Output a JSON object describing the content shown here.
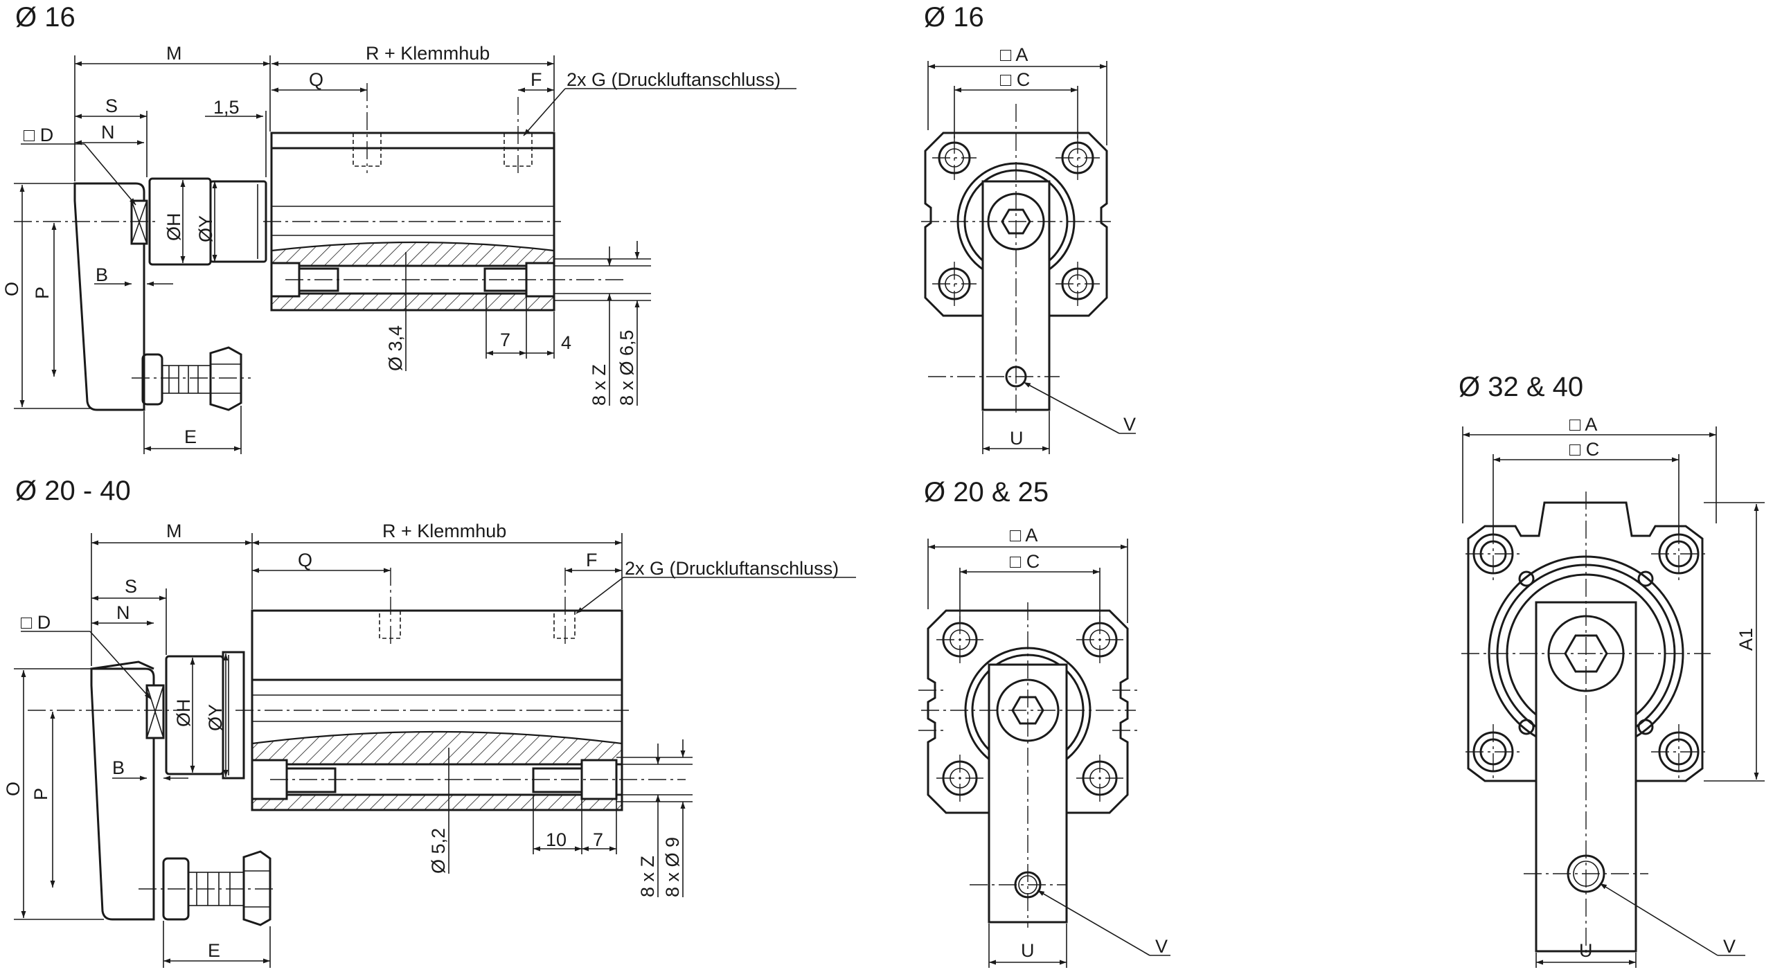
{
  "views": {
    "side_small": {
      "title": "Ø 16",
      "labels": {
        "M": "M",
        "R": "R + Klemmhub",
        "Q": "Q",
        "F": "F",
        "G": "2x G (Druckluftanschluss)",
        "d15": "1,5",
        "S": "S",
        "N": "N",
        "D": "□ D",
        "H": "ØH",
        "Y": "ØY",
        "B": "B",
        "O": "O",
        "P": "P",
        "E": "E",
        "d34": "Ø 3,4",
        "d7": "7",
        "d4": "4",
        "Z": "8 x Z",
        "d65": "8 x Ø 6,5"
      }
    },
    "side_large": {
      "title": "Ø 20 - 40",
      "labels": {
        "M": "M",
        "R": "R + Klemmhub",
        "Q": "Q",
        "F": "F",
        "G": "2x G (Druckluftanschluss)",
        "S": "S",
        "N": "N",
        "D": "□ D",
        "H": "ØH",
        "Y": "ØY",
        "B": "B",
        "O": "O",
        "P": "P",
        "E": "E",
        "d52": "Ø 5,2",
        "d10": "10",
        "d7": "7",
        "Z": "8 x Z",
        "d9": "8 x Ø 9"
      }
    },
    "front_16": {
      "title": "Ø 16",
      "labels": {
        "A": "□ A",
        "C": "□ C",
        "U": "U",
        "V": "V"
      }
    },
    "front_20_25": {
      "title": "Ø 20 & 25",
      "labels": {
        "A": "□ A",
        "C": "□ C",
        "U": "U",
        "V": "V"
      }
    },
    "front_32_40": {
      "title": "Ø 32 & 40",
      "labels": {
        "A": "□ A",
        "C": "□ C",
        "A1": "A1",
        "U": "U",
        "V": "V"
      }
    }
  },
  "colors": {
    "line": "#1a1a1a",
    "background": "#ffffff"
  }
}
